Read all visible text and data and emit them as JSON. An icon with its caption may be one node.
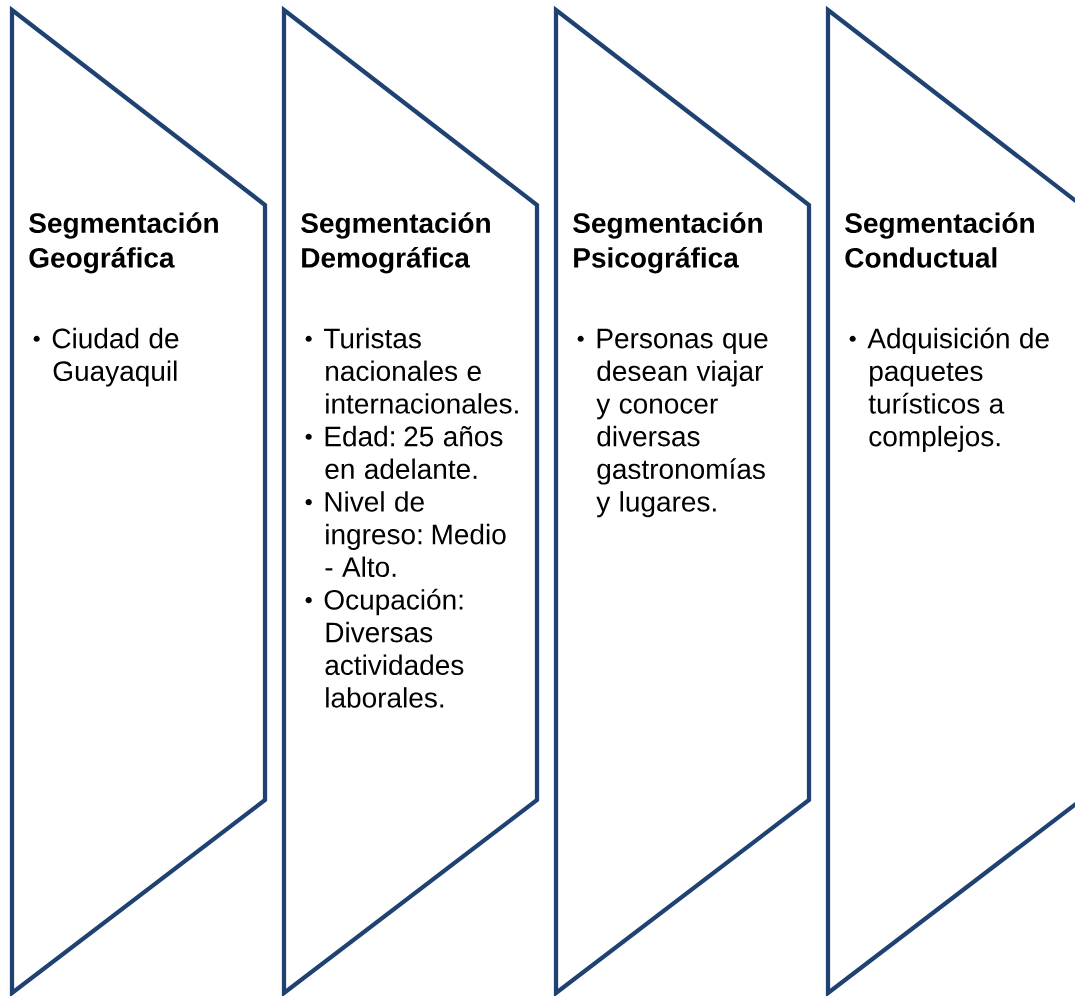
{
  "diagram": {
    "nodes": [
      {
        "text": [
          "Segmentación Geográfica",
          "Ciudad de Guayaquil"
        ]
      },
      {
        "text": [
          "Segmentación Demográfica",
          "Turistas nacionales e internacionales.",
          "Edad: 25 años en adelante.",
          "Nivel de ingreso: Medio - Alto.",
          "Ocupación: Diversas actividades laborales."
        ]
      },
      {
        "text": [
          "Segmentación Psicográfica",
          "Personas que desean viajar y conocer diversas gastronomías y lugares."
        ]
      },
      {
        "text": [
          "Segmentación Conductual",
          "Adquisición de paquetes turísticos a complejos."
        ]
      }
    ]
  }
}
